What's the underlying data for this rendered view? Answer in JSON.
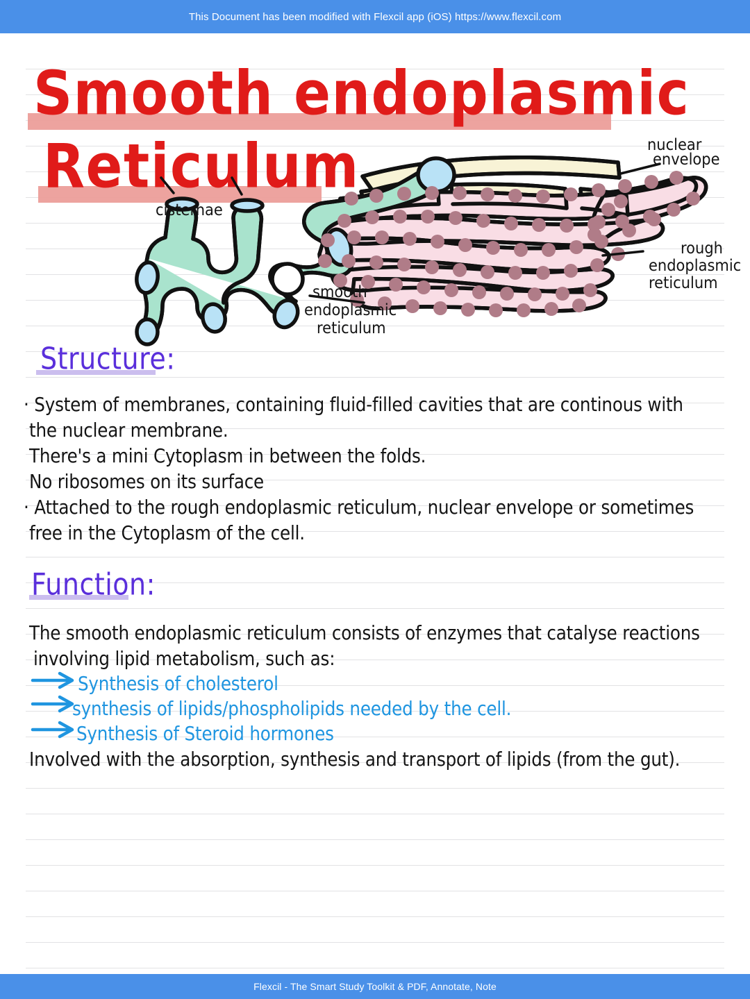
{
  "banner": {
    "top_text": "This Document has been modified with Flexcil app (iOS) https://www.flexcil.com",
    "bottom_text": "Flexcil - The Smart Study Toolkit & PDF, Annotate, Note",
    "color": "#4a90e8"
  },
  "title": {
    "line1": "Smooth  endoplasmic",
    "line2": "Reticulum",
    "color": "#e01b19",
    "highlight_color": "#ec9b97"
  },
  "diagram": {
    "labels": {
      "cisternae": "cisternae",
      "nuclear_envelope_l1": "nuclear",
      "nuclear_envelope_l2": "envelope",
      "smooth_er_l1": "smooth",
      "smooth_er_l2": "endoplasmic",
      "smooth_er_l3": "reticulum",
      "rough_er_l1": "rough",
      "rough_er_l2": "endoplasmic",
      "rough_er_l3": "reticulum"
    },
    "colors": {
      "smooth_er_fill": "#a9e3cd",
      "vesicle_fill": "#b9e2f6",
      "rough_er_fill": "#f9dde5",
      "ribosome": "#b07c88",
      "nuclear_envelope_fill": "#f8f3d6",
      "outline": "#111111"
    }
  },
  "sections": [
    {
      "heading": "Structure:",
      "heading_color": "#5a2fdb",
      "lines": [
        {
          "text": "· System of membranes, containing fluid-filled cavities that are continous with",
          "color": "black"
        },
        {
          "text": "the nuclear membrane.",
          "color": "black"
        },
        {
          "text": "There's a mini Cytoplasm in between the folds.",
          "color": "black"
        },
        {
          "text": "No ribosomes on its surface",
          "color": "black"
        },
        {
          "text": "· Attached to the rough endoplasmic reticulum, nuclear envelope or sometimes",
          "color": "black"
        },
        {
          "text": "free in the Cytoplasm of the cell.",
          "color": "black"
        }
      ]
    },
    {
      "heading": "Function:",
      "heading_color": "#5a2fdb",
      "lines": [
        {
          "text": "The smooth endoplasmic reticulum consists of enzymes that catalyse reactions",
          "color": "black"
        },
        {
          "text": "involving  lipid metabolism, such as:",
          "color": "black"
        },
        {
          "text": "Synthesis of  cholesterol",
          "color": "blue",
          "arrow": true
        },
        {
          "text": "synthesis  of  lipids/phospholipids  needed by the cell.",
          "color": "blue",
          "arrow": true
        },
        {
          "text": "Synthesis  of  Steroid hormones",
          "color": "blue",
          "arrow": true
        },
        {
          "text": "Involved with the absorption, synthesis and transport of lipids (from the gut).",
          "color": "black"
        }
      ]
    }
  ]
}
